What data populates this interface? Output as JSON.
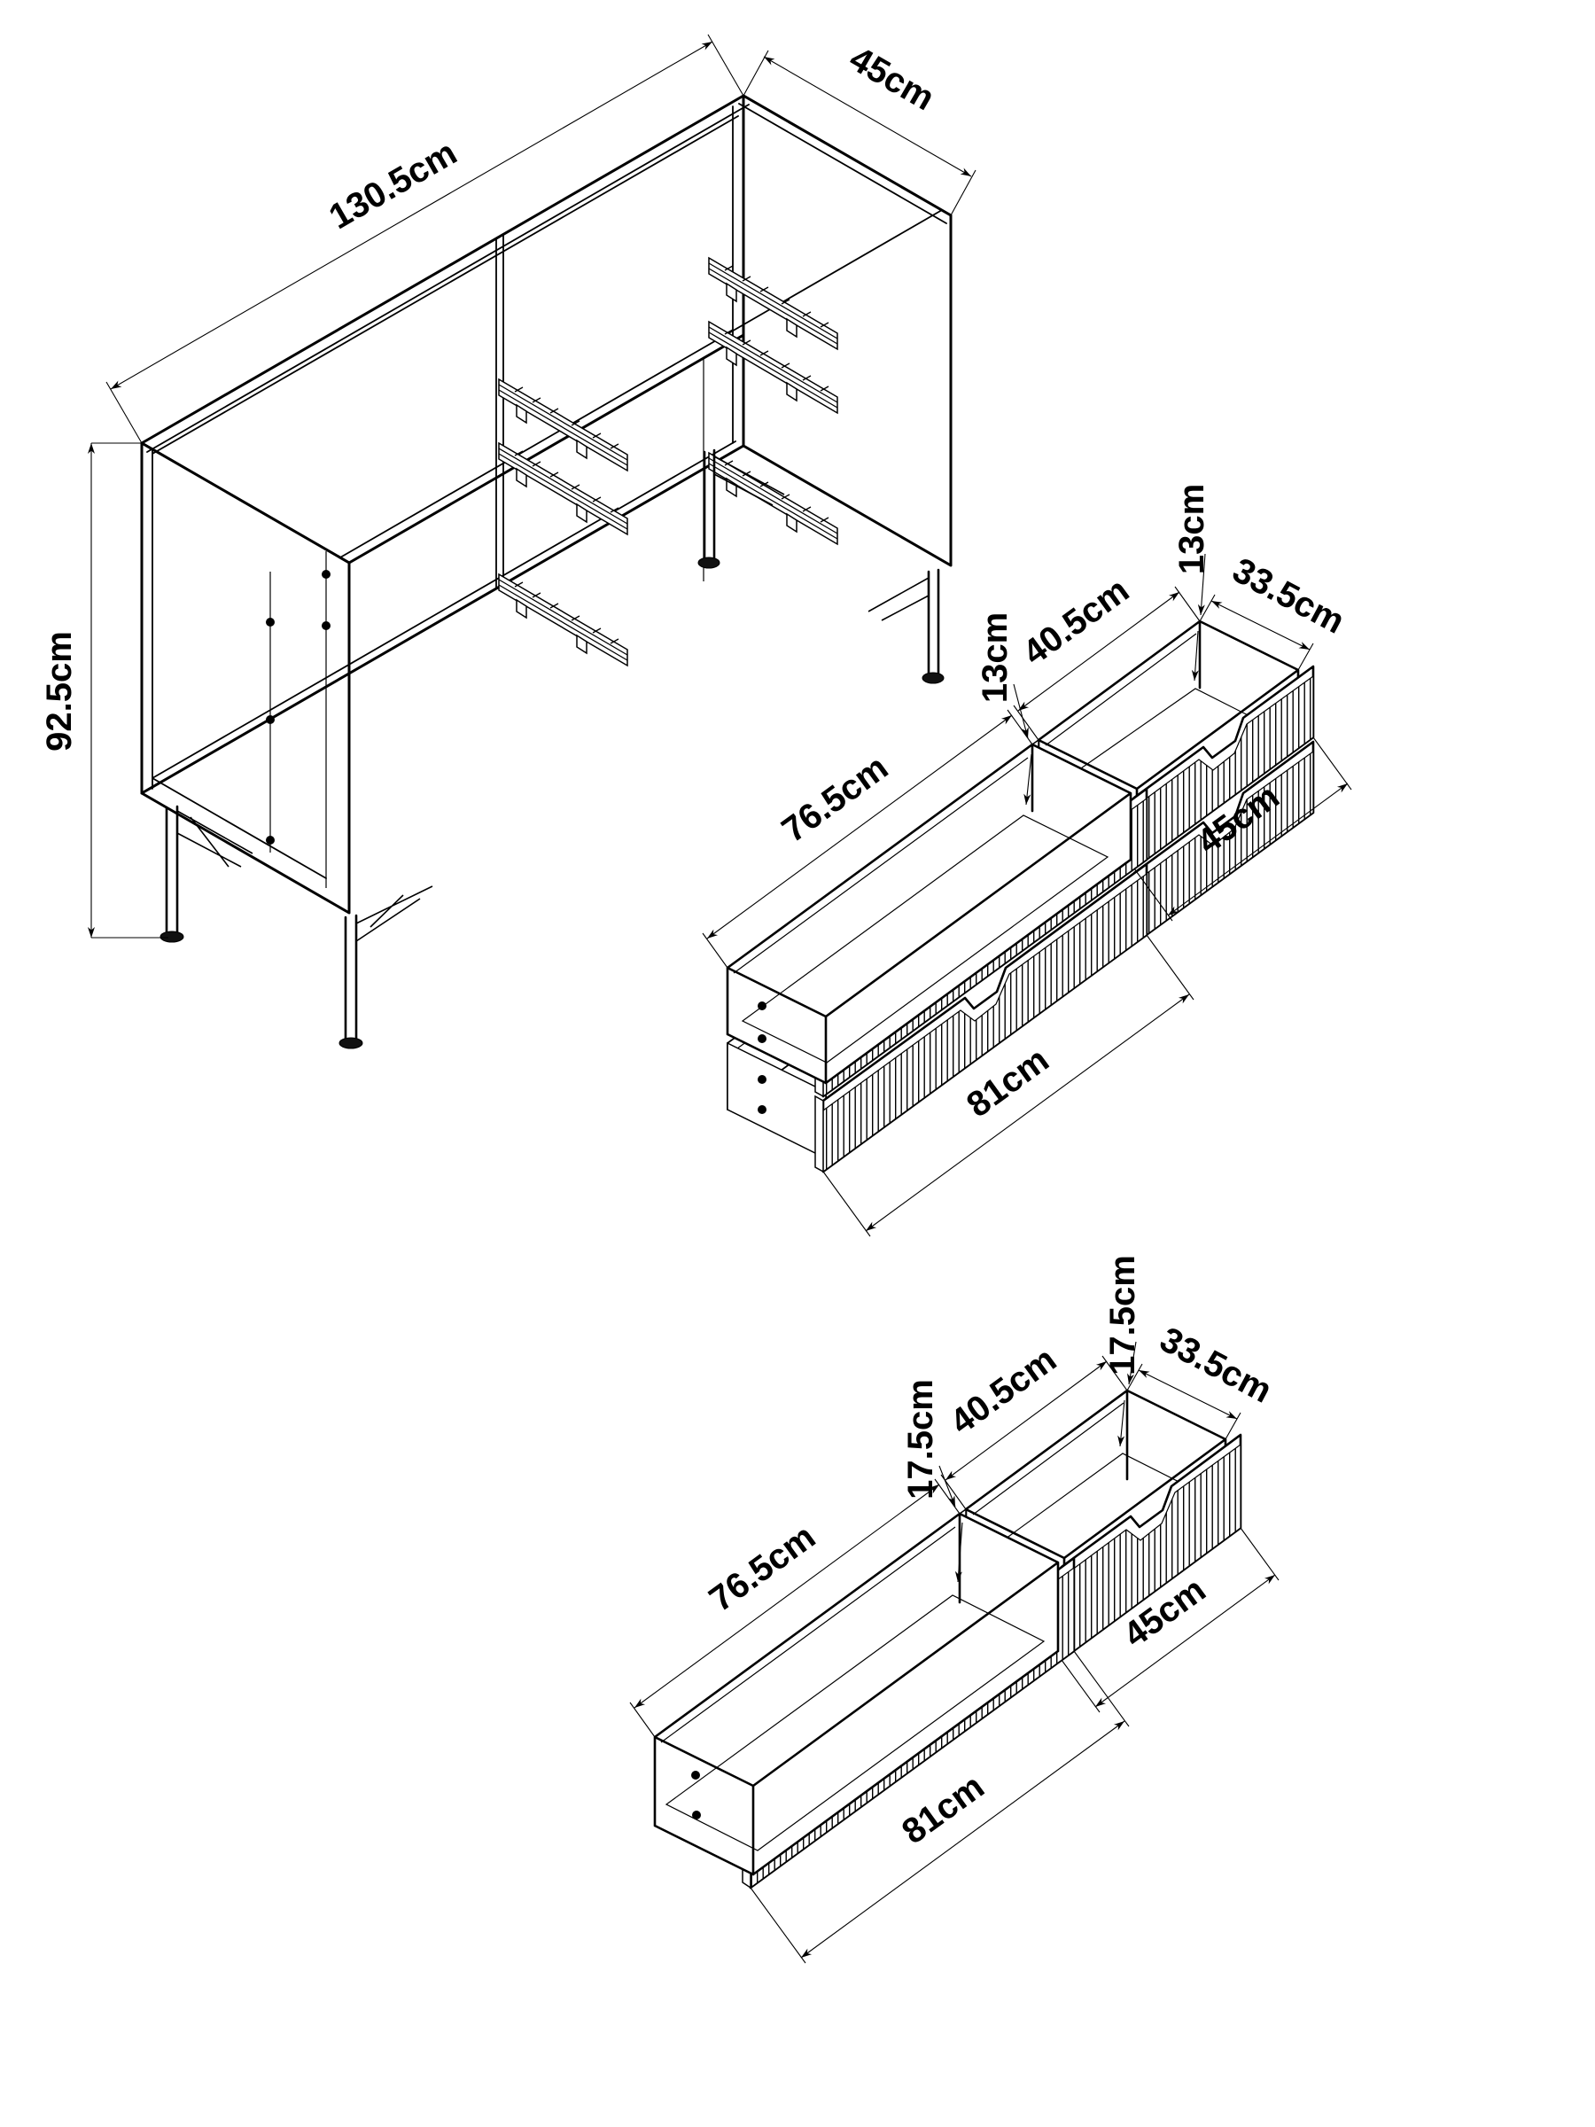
{
  "drawing": {
    "cabinet": {
      "width_label": "130.5cm",
      "depth_label": "45cm",
      "height_label": "92.5cm"
    },
    "shallow_drawers": {
      "length_label": "76.5cm",
      "height_left_label": "13cm",
      "width_label": "40.5cm",
      "height_right_label": "13cm",
      "depth_label": "33.5cm",
      "small_front_label": "45cm",
      "large_front_label": "81cm"
    },
    "deep_drawers": {
      "length_label": "76.5cm",
      "height_left_label": "17.5cm",
      "width_label": "40.5cm",
      "height_right_label": "17.5cm",
      "depth_label": "33.5cm",
      "small_front_label": "45cm",
      "large_front_label": "81cm"
    },
    "colors": {
      "line": "#000000",
      "background": "#ffffff"
    }
  }
}
